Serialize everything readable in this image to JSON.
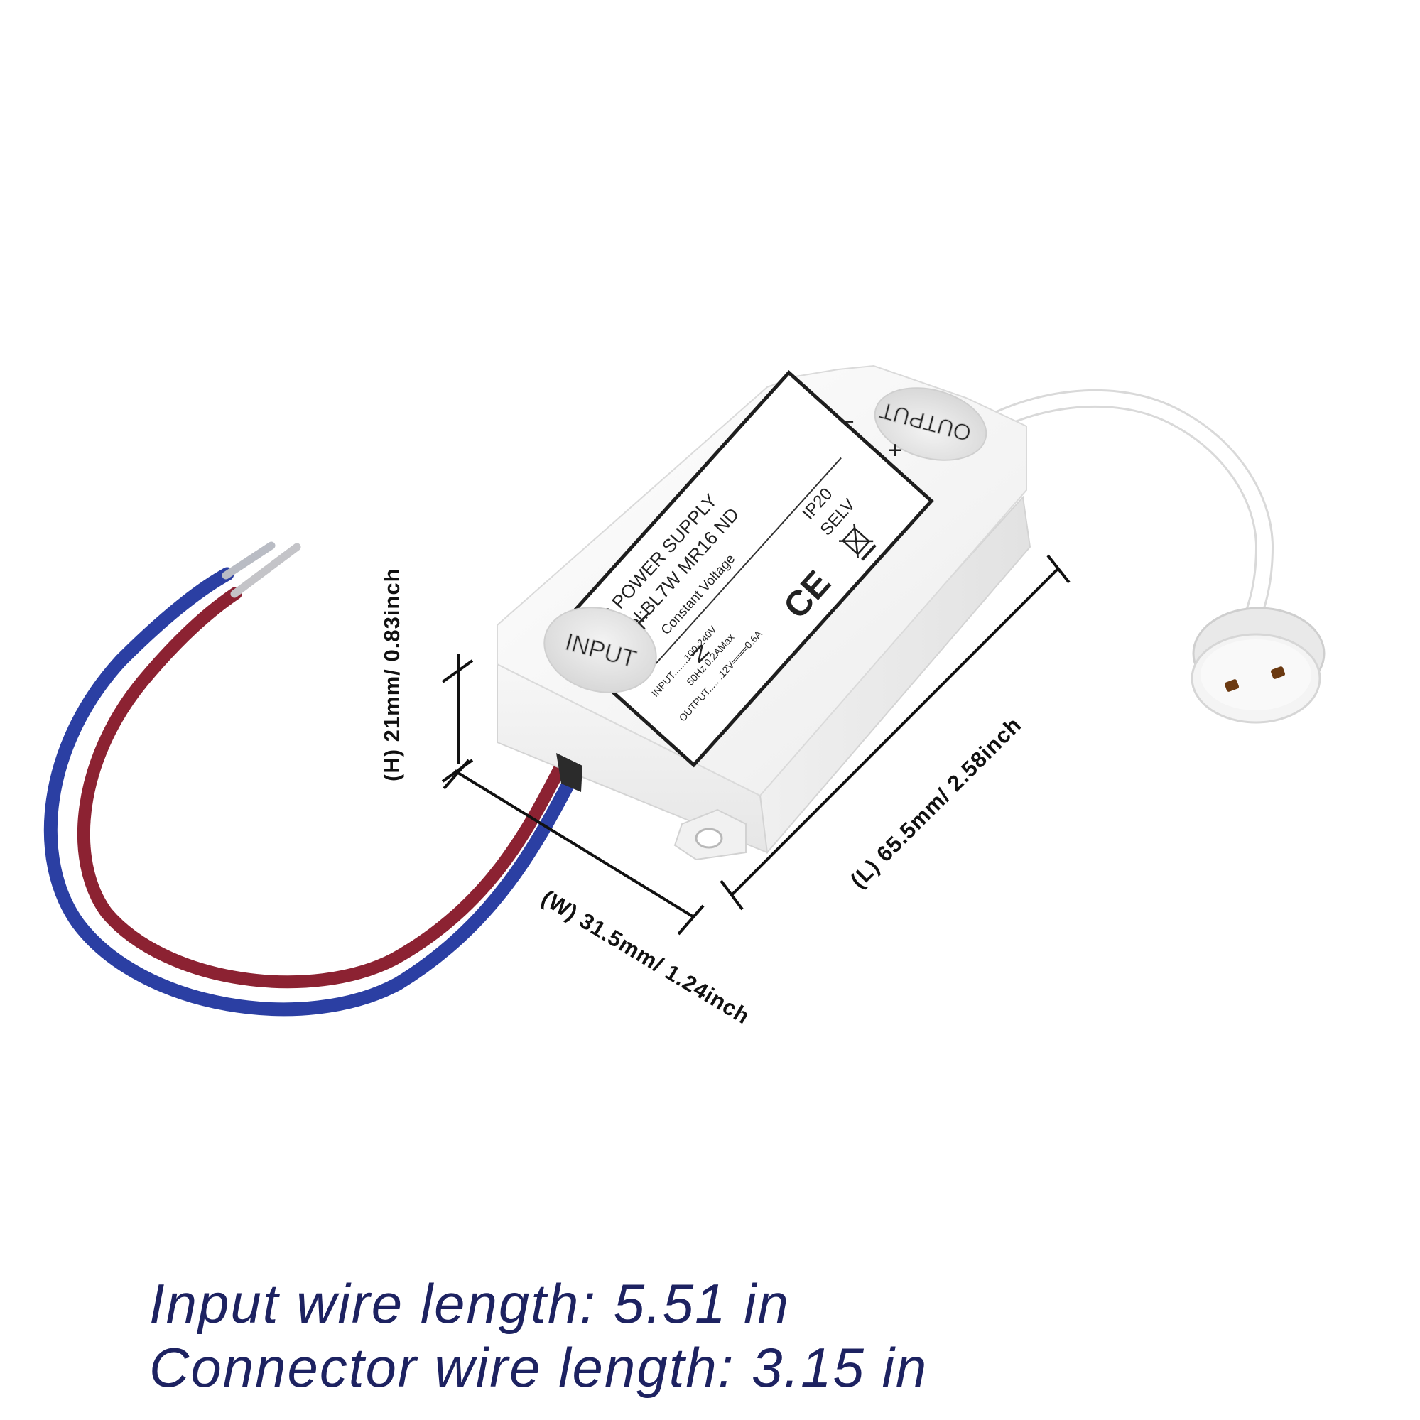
{
  "product_label": {
    "title": "LED POWER SUPPLY",
    "model": "Model:BL7W MR16 ND",
    "mode": "Constant Voltage",
    "input_line": "INPUT.......100-240V",
    "freq_line": "50Hz 0.2AMax",
    "output_line": "OUTPUT.......12V═══0.6A",
    "ip": "IP20",
    "selv": "SELV",
    "ce": "CE"
  },
  "terminals": {
    "input_badge": "INPUT",
    "output_badge": "OUTPUT",
    "l": "L",
    "n": "N",
    "minus": "−",
    "plus": "+"
  },
  "dimensions": {
    "height": "(H)  21mm/ 0.83inch",
    "width": "(W)  31.5mm/ 1.24inch",
    "length": "(L)  65.5mm/ 2.58inch"
  },
  "captions": {
    "input_wire": "Input wire length: 5.51 in",
    "connector_wire": "Connector wire length: 3.15 in"
  },
  "colors": {
    "caption": "#1d2261",
    "wire_blue": "#2b3fa3",
    "wire_red": "#8c2232",
    "housing": "#f4f4f4"
  }
}
